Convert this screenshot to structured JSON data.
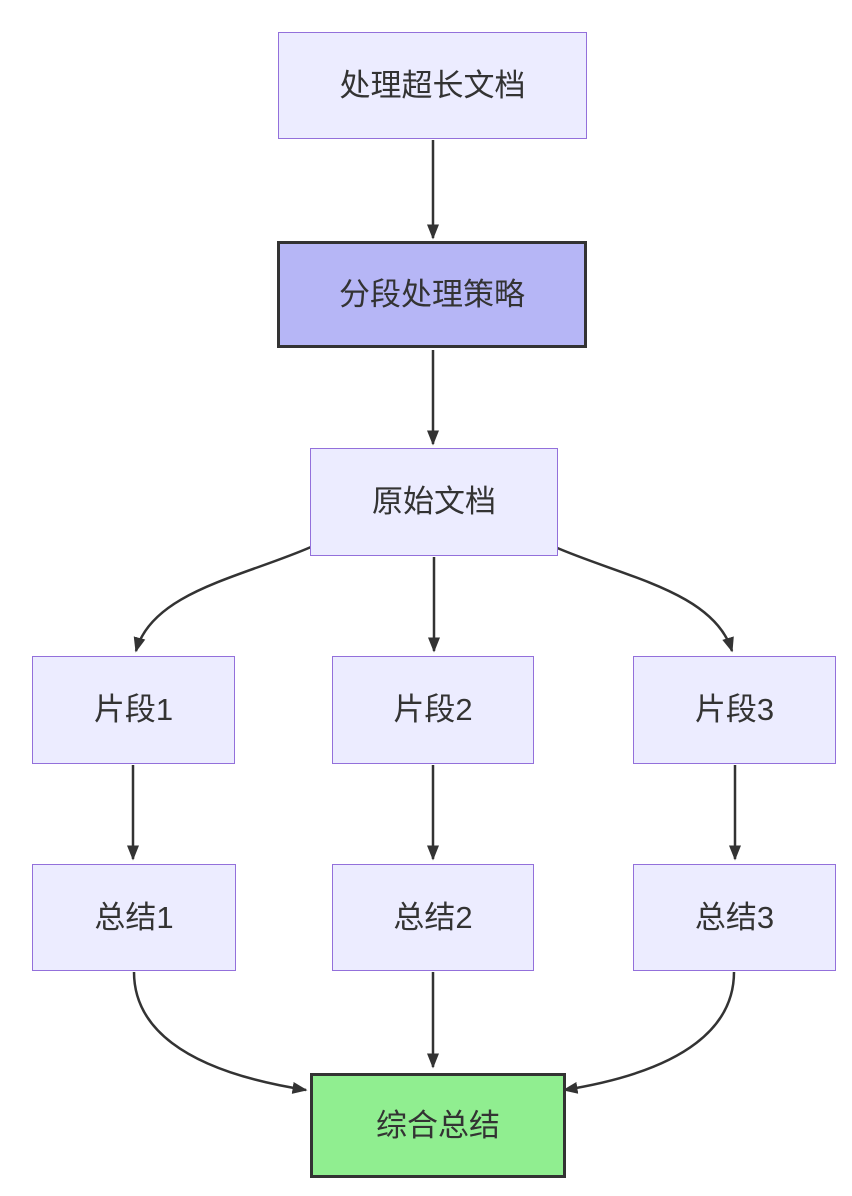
{
  "diagram": {
    "type": "flowchart",
    "direction": "top-down",
    "nodes": [
      {
        "id": "A",
        "label": "处理超长文档",
        "style": "default"
      },
      {
        "id": "B",
        "label": "分段处理策略",
        "style": "highlight-purple"
      },
      {
        "id": "C",
        "label": "原始文档",
        "style": "default"
      },
      {
        "id": "D1",
        "label": "片段1",
        "style": "default"
      },
      {
        "id": "D2",
        "label": "片段2",
        "style": "default"
      },
      {
        "id": "D3",
        "label": "片段3",
        "style": "default"
      },
      {
        "id": "E1",
        "label": "总结1",
        "style": "default"
      },
      {
        "id": "E2",
        "label": "总结2",
        "style": "default"
      },
      {
        "id": "E3",
        "label": "总结3",
        "style": "default"
      },
      {
        "id": "F",
        "label": "综合总结",
        "style": "highlight-green"
      }
    ],
    "edges": [
      {
        "from": "处理超长文档",
        "to": "分段处理策略"
      },
      {
        "from": "分段处理策略",
        "to": "原始文档"
      },
      {
        "from": "原始文档",
        "to": "片段1"
      },
      {
        "from": "原始文档",
        "to": "片段2"
      },
      {
        "from": "原始文档",
        "to": "片段3"
      },
      {
        "from": "片段1",
        "to": "总结1"
      },
      {
        "from": "片段2",
        "to": "总结2"
      },
      {
        "from": "片段3",
        "to": "总结3"
      },
      {
        "from": "总结1",
        "to": "综合总结"
      },
      {
        "from": "总结2",
        "to": "综合总结"
      },
      {
        "from": "总结3",
        "to": "综合总结"
      }
    ],
    "colors": {
      "default_fill": "#ECECFF",
      "default_border": "#9370DB",
      "highlight_purple_fill": "#B6B6F6",
      "highlight_purple_border": "#333333",
      "highlight_green_fill": "#90EE90",
      "highlight_green_border": "#333333",
      "edge": "#333333",
      "text": "#333333",
      "background": "#FFFFFF"
    }
  }
}
